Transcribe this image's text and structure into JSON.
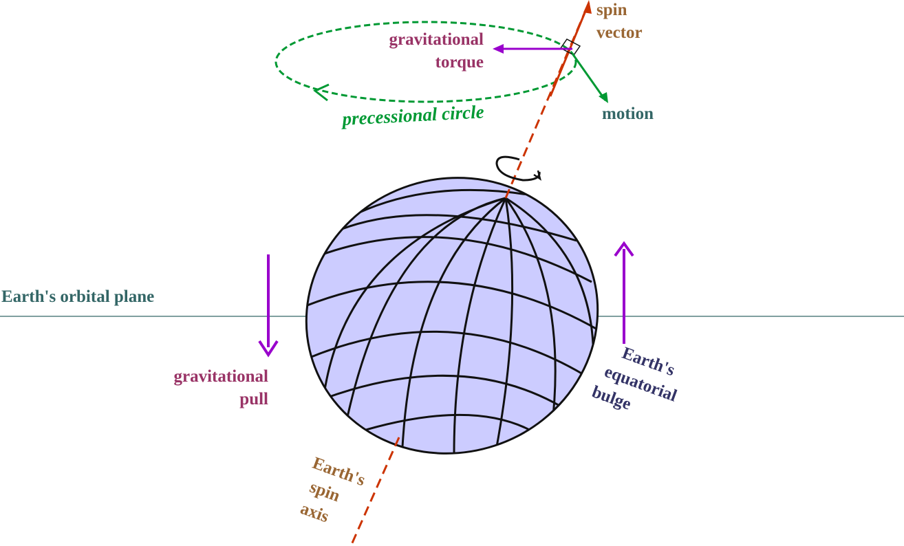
{
  "labels": {
    "spin_vector": [
      "spin",
      "vector"
    ],
    "gravitational_torque": [
      "gravitational",
      "torque"
    ],
    "precessional_circle": "precessional circle",
    "motion": "motion",
    "orbital_plane": "Earth's orbital plane",
    "gravitational_pull": [
      "gravitational",
      "pull"
    ],
    "equatorial_bulge": [
      "Earth's",
      "equatorial",
      "bulge"
    ],
    "spin_axis": [
      "Earth's",
      "spin",
      "axis"
    ]
  },
  "colors": {
    "globe_fill": "#ccccff",
    "axis": "#cc3300",
    "torque_arrow": "#9900cc",
    "precession": "#009933",
    "label_brown": "#996633",
    "label_magenta": "#993366",
    "label_teal": "#336666",
    "label_navy": "#333366"
  }
}
